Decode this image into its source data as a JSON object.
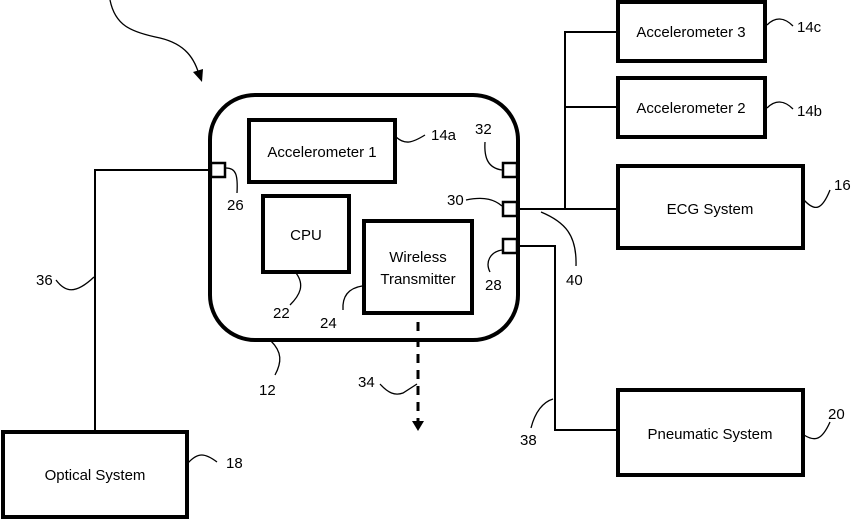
{
  "diagram": {
    "device": {
      "ref": "12"
    },
    "components": {
      "accelerometer1": {
        "label": "Accelerometer 1",
        "ref": "14a"
      },
      "cpu": {
        "label": "CPU",
        "ref": "22"
      },
      "transmitter": {
        "label_line1": "Wireless",
        "label_line2": "Transmitter",
        "ref": "24"
      }
    },
    "ports": {
      "port26": {
        "ref": "26"
      },
      "port32": {
        "ref": "32"
      },
      "port30": {
        "ref": "30"
      },
      "port28": {
        "ref": "28"
      }
    },
    "external": {
      "accelerometer3": {
        "label": "Accelerometer 3",
        "ref": "14c"
      },
      "accelerometer2": {
        "label": "Accelerometer 2",
        "ref": "14b"
      },
      "ecg": {
        "label": "ECG System",
        "ref": "16"
      },
      "pneumatic": {
        "label": "Pneumatic System",
        "ref": "20"
      },
      "optical": {
        "label": "Optical System",
        "ref": "18"
      }
    },
    "connections": {
      "optical_line": {
        "ref": "36"
      },
      "pneumatic_line": {
        "ref": "38"
      },
      "sensor_bus": {
        "ref": "40"
      },
      "wireless_signal": {
        "ref": "34"
      }
    }
  }
}
